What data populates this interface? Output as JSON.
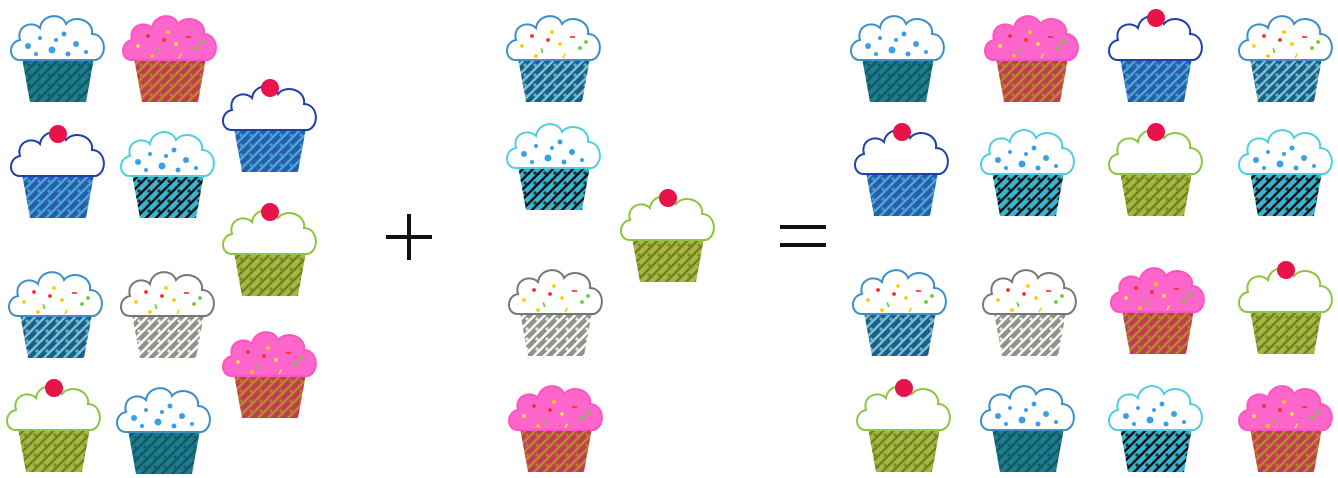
{
  "groups": [
    {
      "id": "left",
      "cupcakes": [
        "white-dot-teal",
        "pink-sprinkle-gold",
        "white-cherry-blue",
        "white-cherry-blue",
        "white-dot-cyan",
        "white-cherry-green",
        "white-sprinkle-check",
        "white-sprinkle-gray",
        "pink-sprinkle-gold",
        "white-cherry-green",
        "white-dot-teal"
      ]
    },
    {
      "id": "middle",
      "cupcakes": [
        "white-sprinkle-check",
        "white-dot-cyan",
        "white-cherry-green",
        "white-sprinkle-gray",
        "pink-sprinkle-gold"
      ]
    },
    {
      "id": "right",
      "cupcakes": [
        "white-dot-teal",
        "pink-sprinkle-gold",
        "white-cherry-blue",
        "white-sprinkle-check",
        "white-cherry-blue",
        "white-dot-cyan",
        "white-cherry-green",
        "white-dot-cyan",
        "white-sprinkle-check",
        "white-sprinkle-gray",
        "pink-sprinkle-gold",
        "white-cherry-green",
        "white-cherry-green",
        "white-dot-teal",
        "white-dot-cyan",
        "pink-sprinkle-gold"
      ]
    }
  ],
  "operators": [
    "plus",
    "equals"
  ],
  "styles": {
    "white-dot-teal": {
      "frost": "#ffffff",
      "edge": "#3c8fc9",
      "decor": "dots",
      "dot": "#3aa0e6",
      "cup": "#1e7c8c",
      "cup2": "#0f5866",
      "topper": "none"
    },
    "white-dot-cyan": {
      "frost": "#ffffff",
      "edge": "#4fd0e0",
      "decor": "dots",
      "dot": "#3aa0e6",
      "cup": "#37b6d2",
      "cup2": "#111111",
      "topper": "none"
    },
    "pink-sprinkle-gold": {
      "frost": "#ff66cc",
      "edge": "#ff55c0",
      "decor": "sprinkles",
      "dot": "#ffe14d",
      "cup": "#c33a55",
      "cup2": "#b78a2a",
      "topper": "none"
    },
    "white-cherry-blue": {
      "frost": "#ffffff",
      "edge": "#1f3fb0",
      "decor": "none",
      "dot": "#ffffff",
      "cup": "#2a5aa8",
      "cup2": "#46a8d8",
      "topper": "cherry"
    },
    "white-cherry-green": {
      "frost": "#ffffff",
      "edge": "#8cc63f",
      "decor": "none",
      "dot": "#ffffff",
      "cup": "#a8b83a",
      "cup2": "#6f7f2a",
      "topper": "cherry"
    },
    "white-sprinkle-check": {
      "frost": "#ffffff",
      "edge": "#3c8fc9",
      "decor": "sprinkles",
      "dot": "#ffcc00",
      "cup": "#1c5f86",
      "cup2": "#7fc0d8",
      "topper": "none"
    },
    "white-sprinkle-gray": {
      "frost": "#ffffff",
      "edge": "#777777",
      "decor": "sprinkles",
      "dot": "#ffcc00",
      "cup": "#8e9488",
      "cup2": "#ffffff",
      "topper": "none"
    }
  },
  "colors": {
    "cherry": "#e8134a",
    "operator": "#111111"
  }
}
